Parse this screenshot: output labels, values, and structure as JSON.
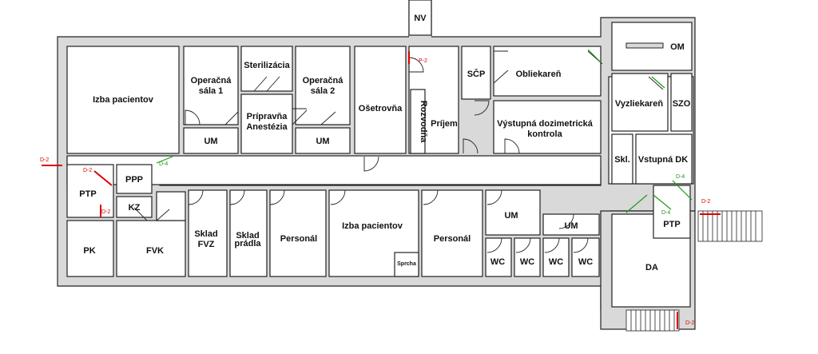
{
  "rooms": {
    "izba_pacientov_1": "Izba pacientov",
    "operacna_sala_1_a": "Operačná",
    "operacna_sala_1_b": "sála 1",
    "sterilizacia": "Sterilizácia",
    "pripravna_a": "Prípravňa",
    "pripravna_b": "Anestézia",
    "operacna_sala_2_a": "Operačná",
    "operacna_sala_2_b": "sála 2",
    "um_1": "UM",
    "um_2": "UM",
    "osetrovna": "Ošetrovňa",
    "rozvodna": "Rozvodňa",
    "prijem": "Príjem",
    "scp": "SČP",
    "obliekaren": "Obliekareň",
    "vystupna_a": "Výstupná dozimetrická",
    "vystupna_b": "kontrola",
    "nv": "NV",
    "om": "OM",
    "vyzliekaren": "Vyzliekareň",
    "szo": "SZO",
    "skl": "Skl.",
    "vstupna_dk": "Vstupná DK",
    "ptp_left": "PTP",
    "ppp": "PPP",
    "kz": "KZ",
    "pk": "PK",
    "fvk": "FVK",
    "sklad_fvz_a": "Sklad",
    "sklad_fvz_b": "FVZ",
    "sklad_pradla_a": "Sklad",
    "sklad_pradla_b": "prádla",
    "personal_1": "Personál",
    "izba_pacientov_2": "Izba pacientov",
    "sprcha": "Sprcha",
    "personal_2": "Personál",
    "um_3": "UM",
    "um_4": "UM",
    "wc_1": "WC",
    "wc_2": "WC",
    "wc_3": "WC",
    "wc_4": "WC",
    "da": "DA",
    "ptp_right": "PTP"
  },
  "tags": {
    "d2_left_top": "D-2",
    "d4_top": "D-4",
    "d2_ptp_a": "D-2",
    "d2_ptp_b": "D-2",
    "p2": "P-2",
    "d4_right_a": "D-4",
    "d4_right_b": "D-4",
    "d2_right": "D-2",
    "d2_bottom": "D-2"
  },
  "colors": {
    "wall": "#d9d9d9",
    "outline": "#222222",
    "door_red": "#dd0000",
    "door_green": "#1a9a1a"
  }
}
